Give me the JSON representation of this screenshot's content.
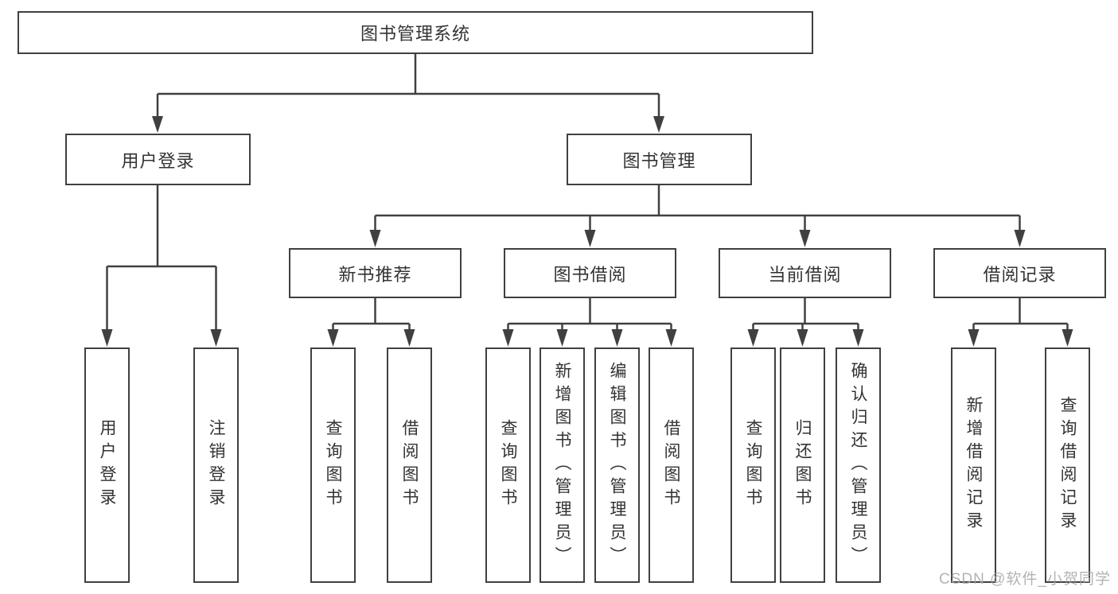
{
  "diagram": {
    "title": "图书管理系统",
    "root": {
      "label": "图书管理系统"
    },
    "level2": [
      {
        "label": "用户登录"
      },
      {
        "label": "图书管理"
      }
    ],
    "level3": [
      {
        "label": "新书推荐",
        "parent": "图书管理"
      },
      {
        "label": "图书借阅",
        "parent": "图书管理"
      },
      {
        "label": "当前借阅",
        "parent": "图书管理"
      },
      {
        "label": "借阅记录",
        "parent": "图书管理"
      }
    ],
    "leaves": [
      {
        "label": "用户登录",
        "parent": "用户登录"
      },
      {
        "label": "注销登录",
        "parent": "用户登录"
      },
      {
        "label": "查询图书",
        "parent": "新书推荐"
      },
      {
        "label": "借阅图书",
        "parent": "新书推荐"
      },
      {
        "label": "查询图书",
        "parent": "图书借阅"
      },
      {
        "label": "新增图书（管理员）",
        "parent": "图书借阅"
      },
      {
        "label": "编辑图书（管理员）",
        "parent": "图书借阅"
      },
      {
        "label": "借阅图书",
        "parent": "图书借阅"
      },
      {
        "label": "查询图书",
        "parent": "当前借阅"
      },
      {
        "label": "归还图书",
        "parent": "当前借阅"
      },
      {
        "label": "确认归还（管理员）",
        "parent": "当前借阅"
      },
      {
        "label": "新增借阅记录",
        "parent": "借阅记录"
      },
      {
        "label": "查询借阅记录",
        "parent": "借阅记录"
      }
    ]
  },
  "watermark": {
    "text": "CSDN @软件_小贺同学"
  },
  "colors": {
    "line": "#404040",
    "box_border": "#404040",
    "text": "#333333",
    "background": "#ffffff",
    "watermark": "#a6a6a6"
  }
}
